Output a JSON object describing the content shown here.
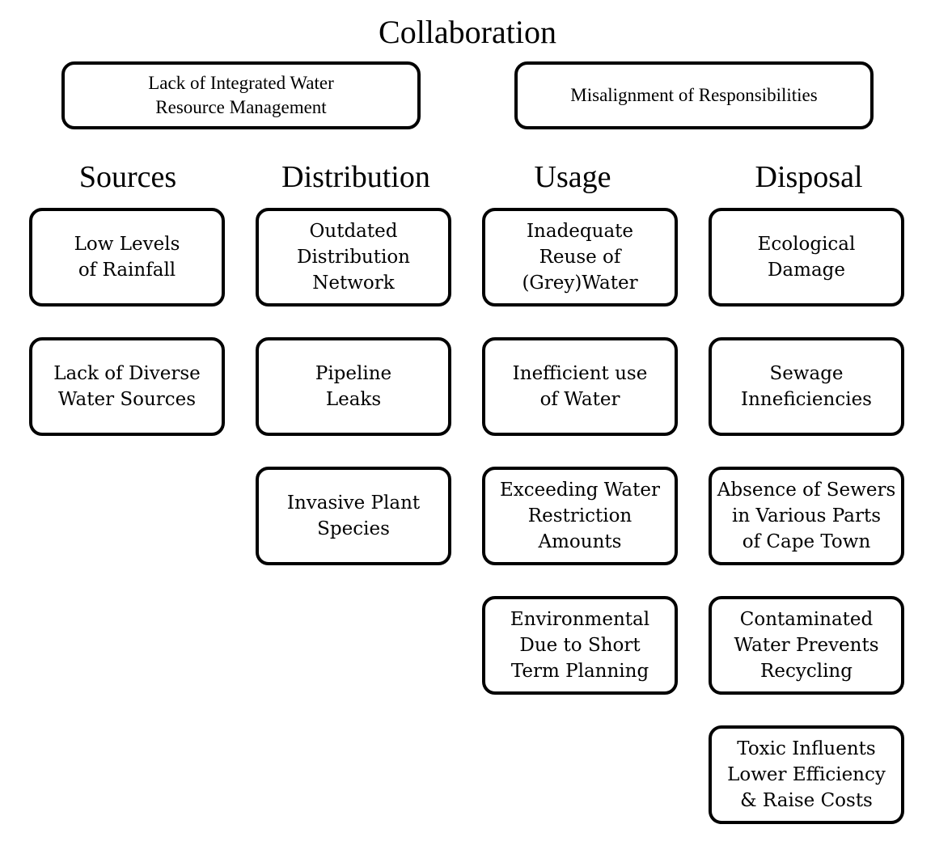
{
  "title": "Collaboration",
  "top_boxes": [
    {
      "text": "Lack of Integrated Water\nResource Management"
    },
    {
      "text": "Misalignment of Responsibilities"
    }
  ],
  "columns": [
    {
      "heading": "Sources",
      "items": [
        {
          "text": "Low Levels\nof Rainfall"
        },
        {
          "text": "Lack of Diverse\nWater Sources"
        }
      ]
    },
    {
      "heading": "Distribution",
      "items": [
        {
          "text": "Outdated\nDistribution\nNetwork"
        },
        {
          "text": "Pipeline\nLeaks"
        },
        {
          "text": "Invasive Plant\nSpecies"
        }
      ]
    },
    {
      "heading": "Usage",
      "items": [
        {
          "text": "Inadequate\nReuse of\n(Grey)Water"
        },
        {
          "text": "Inefficient use\nof Water"
        },
        {
          "text": "Exceeding Water\nRestriction\nAmounts"
        },
        {
          "text": "Environmental\nDue to Short\nTerm Planning"
        }
      ]
    },
    {
      "heading": "Disposal",
      "items": [
        {
          "text": "Ecological\nDamage"
        },
        {
          "text": "Sewage\nInneficiencies"
        },
        {
          "text": "Absence of Sewers\nin Various Parts\nof Cape Town"
        },
        {
          "text": "Contaminated\nWater Prevents\nRecycling"
        },
        {
          "text": "Toxic Influents\nLower Efficiency\n& Raise Costs"
        }
      ]
    }
  ]
}
